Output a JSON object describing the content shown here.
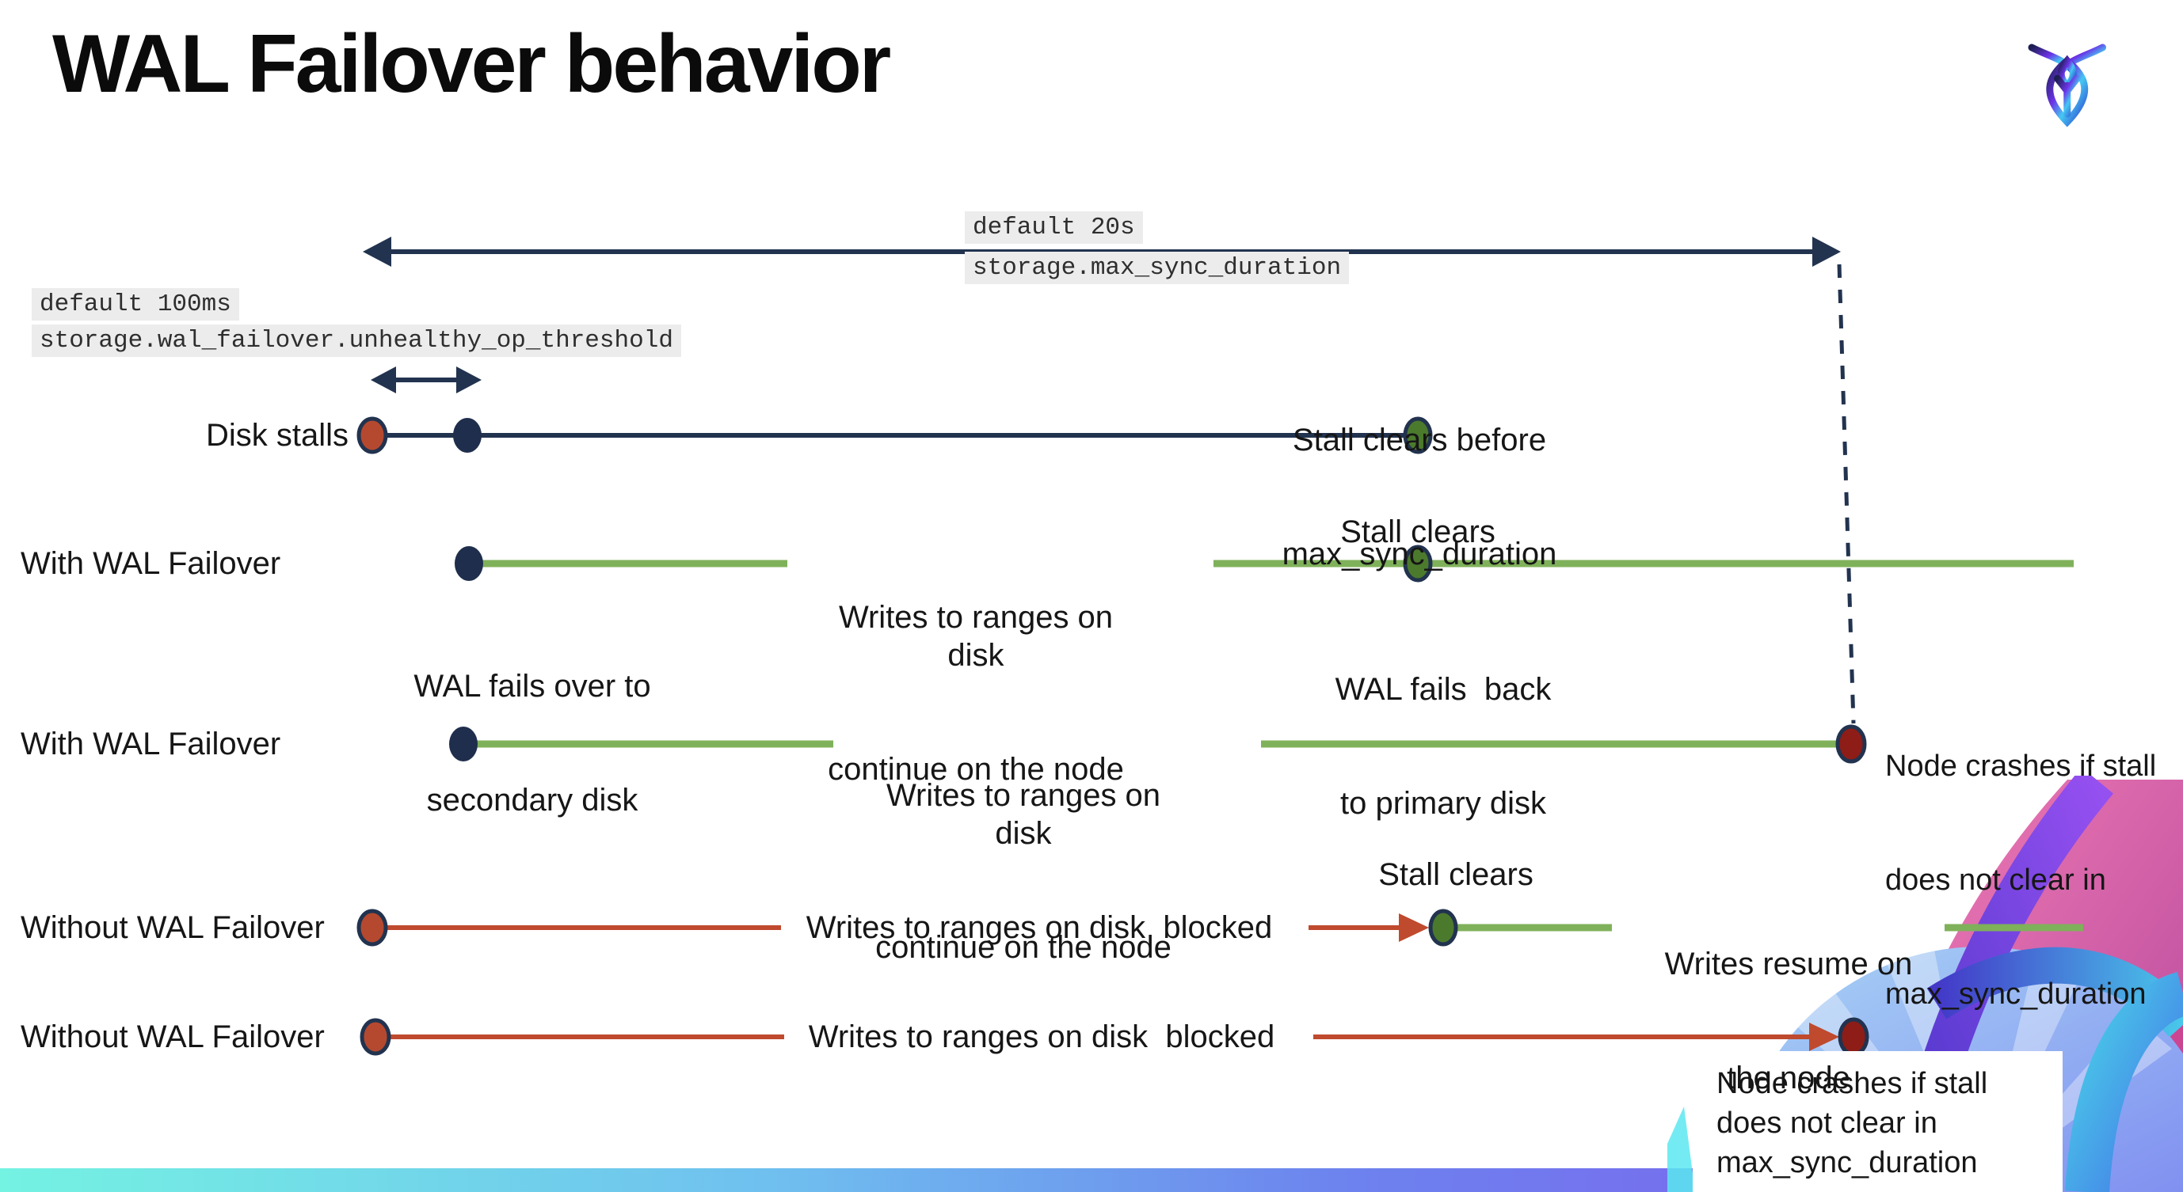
{
  "title": "WAL Failover behavior",
  "icons": {
    "logo": "cockroachdb-logo"
  },
  "settings": {
    "max_sync_duration": {
      "default_label": "default 20s",
      "setting_name": "storage.max_sync_duration"
    },
    "unhealthy_op_threshold": {
      "default_label": "default 100ms",
      "setting_name": "storage.wal_failover.unhealthy_op_threshold"
    }
  },
  "rows": {
    "0": {
      "label": "Disk stalls",
      "stall_clears_line1": "Stall clears before",
      "stall_clears_line2": "max_sync_duration"
    },
    "1": {
      "label": "With WAL Failover",
      "failover_line1": "WAL fails over to",
      "failover_line2": "secondary disk",
      "writes_line1": "Writes to ranges on disk",
      "writes_line2": "continue on the node",
      "stall_clears": "Stall clears",
      "failback_line1": "WAL fails  back",
      "failback_line2": "to primary disk"
    },
    "2": {
      "label": "With WAL Failover",
      "writes_line1": "Writes to ranges on disk",
      "writes_line2": "continue on the node",
      "crash_line1": "Node crashes if stall",
      "crash_line2": "does not clear in",
      "crash_line3": "max_sync_duration"
    },
    "3": {
      "label": "Without WAL Failover",
      "writes_blocked": "Writes to ranges on disk  blocked",
      "stall_clears": "Stall clears",
      "resume_line1": "Writes resume on",
      "resume_line2": "the node"
    },
    "4": {
      "label": "Without WAL Failover",
      "writes_blocked": "Writes to ranges on disk  blocked",
      "crash_line1": "Node crashes if stall",
      "crash_line2": "does not clear in",
      "crash_line3": "max_sync_duration"
    }
  },
  "colors": {
    "navy": "#22334f",
    "green_line": "#7fb15a",
    "green_dot": "#4c7a2d",
    "red_line": "#bf4a2e",
    "red_dot": "#b5492f",
    "dark_red_dot": "#8e1d17",
    "label_bg": "#ececec",
    "bar_gradient_start": "#74f2e2",
    "bar_gradient_end": "#6c55e8"
  }
}
